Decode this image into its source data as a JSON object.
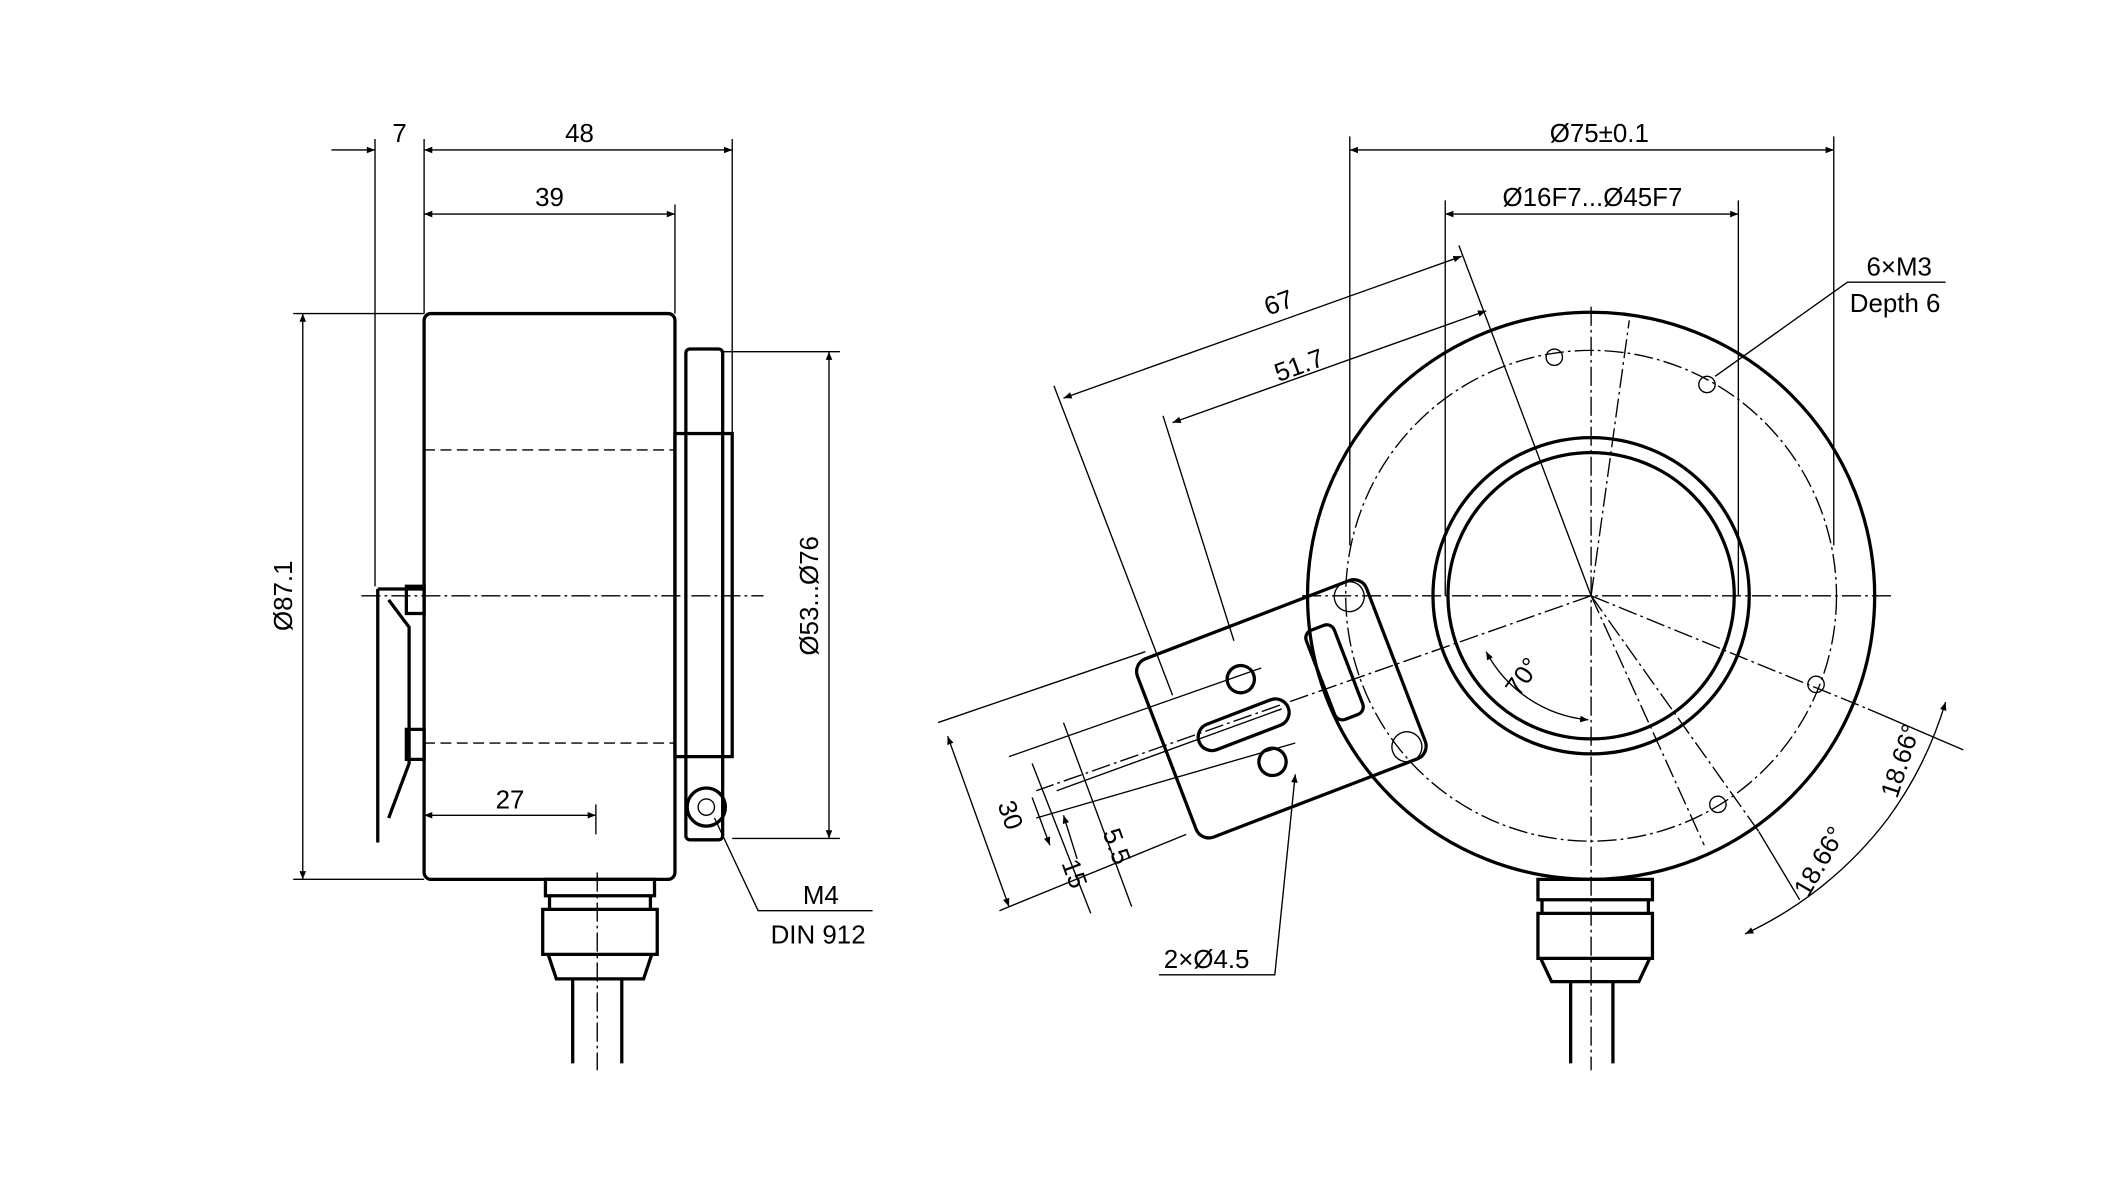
{
  "side_view": {
    "dim_flange": "7",
    "dim_total_length": "48",
    "dim_body_length": "39",
    "dim_body_diameter": "Ø87.1",
    "dim_flange_diameter": "Ø53...Ø76",
    "dim_offset": "27",
    "screw_label": "M4",
    "screw_standard": "DIN 912"
  },
  "front_view": {
    "dim_bolt_circle": "Ø75±0.1",
    "dim_bore": "Ø16F7...Ø45F7",
    "thread_label": "6×M3",
    "thread_depth": "Depth 6",
    "dim_67": "67",
    "dim_51_7": "51.7",
    "dim_30": "30",
    "dim_15": "15",
    "dim_5_5": "5.5",
    "holes_label": "2×Ø4.5",
    "angle_70": "70°",
    "angle_1": "18.66°",
    "angle_2": "18.66°"
  }
}
